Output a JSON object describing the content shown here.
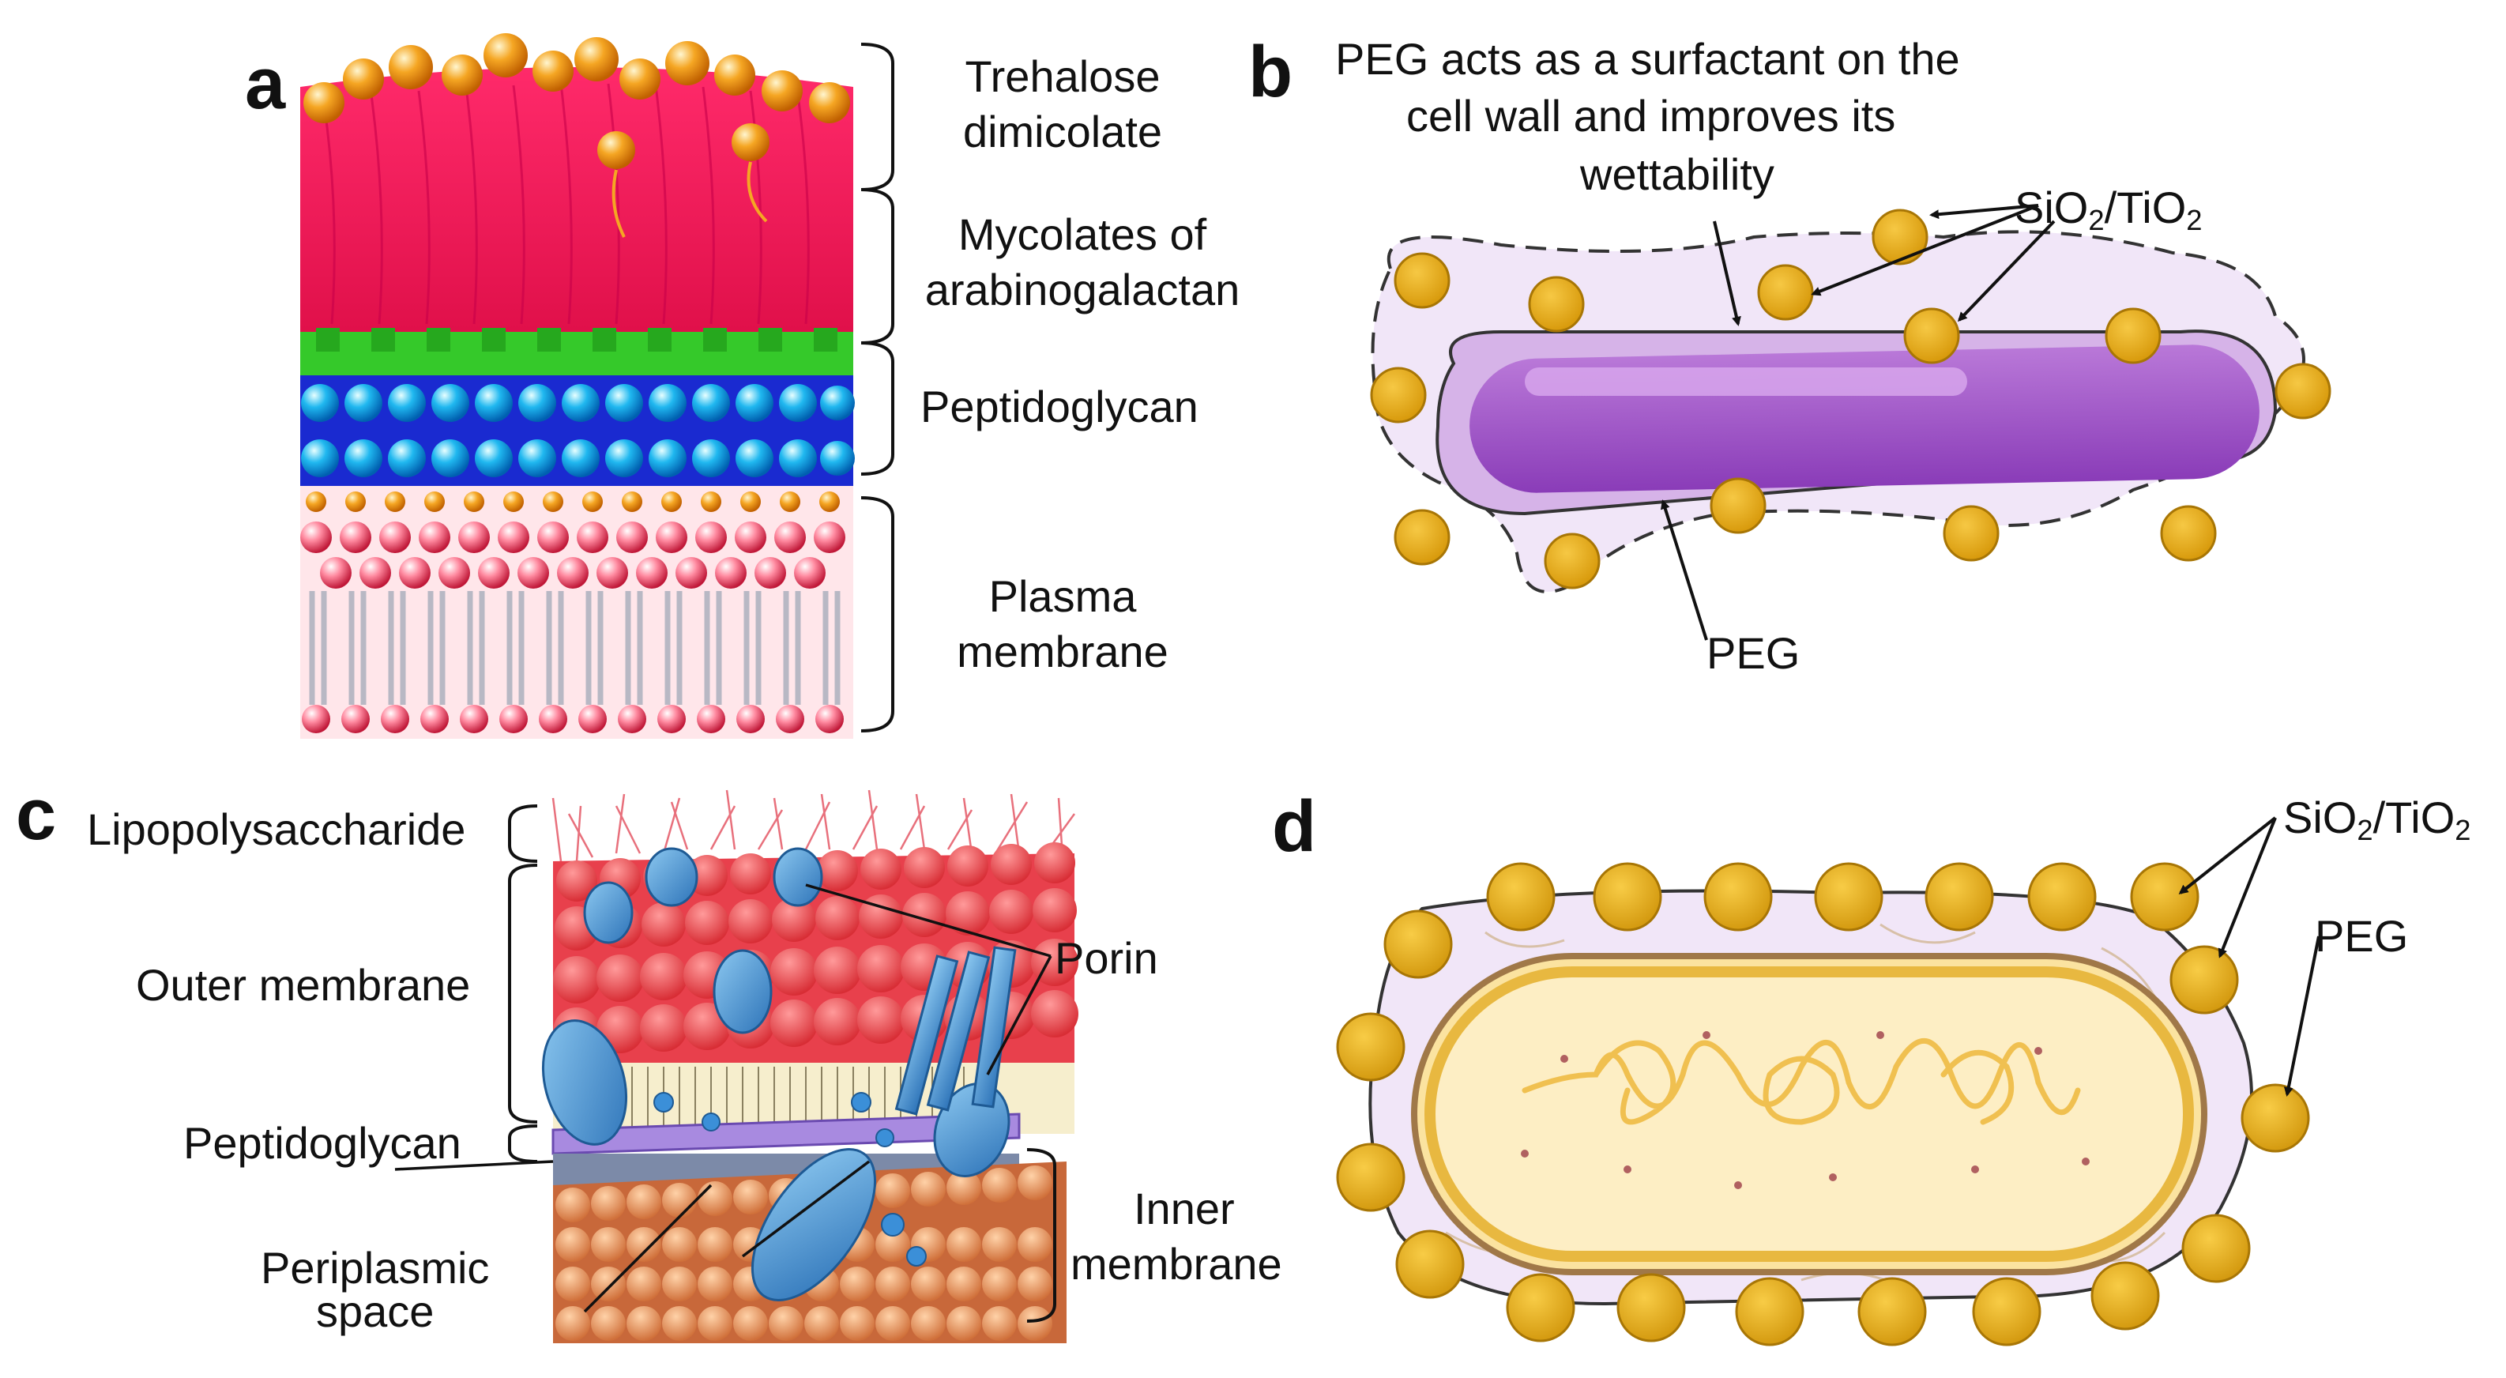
{
  "panels": {
    "a": {
      "letter": "a",
      "labels": {
        "trehalose": "Trehalose dimicolate",
        "mycolates": "Mycolates of arabinogalactan",
        "peptidoglycan": "Peptidoglycan",
        "plasma": "Plasma membrane"
      }
    },
    "b": {
      "letter": "b",
      "caption_l1": "PEG acts as a surfactant on the",
      "caption_l2": "cell wall and improves its",
      "caption_l3": "wettability",
      "particle_main1": "SiO",
      "particle_sub1": "2",
      "particle_slash": "/TiO",
      "particle_sub2": "2",
      "peg": "PEG"
    },
    "c": {
      "letter": "c",
      "labels": {
        "lps": "Lipopolysaccharide",
        "outer": "Outer membrane",
        "peptidoglycan": "Peptidoglycan",
        "periplasmic_l1": "Periplasmic",
        "periplasmic_l2": "space",
        "porin": "Porin",
        "inner_l1": "Inner",
        "inner_l2": "membrane"
      }
    },
    "d": {
      "letter": "d",
      "particle_main1": "SiO",
      "particle_sub1": "2",
      "particle_slash": "/TiO",
      "particle_sub2": "2",
      "peg": "PEG"
    }
  },
  "colors": {
    "gold": "#e8b21e",
    "gold_dark": "#b88408",
    "purple": "#9b4fc2",
    "purple_light": "#eadcf3",
    "cream": "#fbe9a8",
    "red": "#e8384f",
    "blue": "#2aa7e0",
    "green": "#35c92a",
    "orange": "#e08848",
    "porin": "#4a90cf"
  }
}
